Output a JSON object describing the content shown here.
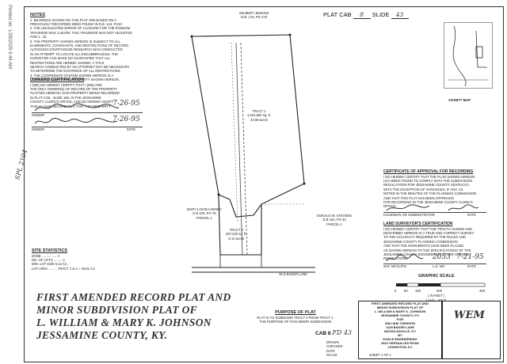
{
  "side_stamp": "Printed on: 1/28/2025 9:44 AM",
  "margin_note": "SPL 2104",
  "plat_cab": {
    "label": "PLAT CAB",
    "cab_value": "8",
    "slide_label": "SLIDE",
    "slide_value": "43"
  },
  "owner_top": {
    "name": "WILBERT JENKINS",
    "ref": "D.B. 175, PG 479"
  },
  "notes": {
    "heading": "NOTES",
    "lines": [
      "1. BEARINGS SHOWN ON THIS PLAT ARE BASED ON A",
      "PREVIOUSLY RECORDED DEED FOUND IN D.B. 144, P.210",
      "2. THE UNADJUSTED ERROR OF CLOSURE FOR THE RANDOM",
      "TRAVERSE WAS 1:40,000. THIS TRAVERSE WAS NOT ADJUSTED",
      "FOR 1 : 15",
      "3. THE PROPERTY SHOWN HEREON IS SUBJECT TO ALL",
      "EASEMENTS, COVENANTS, AND RESTRICTIONS OF RECORD.",
      "ALTHOUGH COURTHOUSE RESEARCH WAS CONDUCTED",
      "IN AN ATTEMPT TO LOCATE ALL ENCUMBRANCES, THE",
      "SURVEYOR CAN MAKE NO GUARANTEE THAT ALL",
      "RESTRICTIONS ARE HEREBY SHOWN. A TITLE",
      "SEARCH CONDUCTED BY AN ATTORNEY MAY BE NECESSARY",
      "TO DETERMINE THE EXISTENCE OF ALL RESTRICTIONS.",
      "4. THE COORDINATE SYSTEM SHOWN HEREON IS A",
      "LOCAL SYSTEM FOR THE PROPERTY SHOWN HEREON."
    ]
  },
  "owners_cert": {
    "heading": "OWNERS CERTIFICATION",
    "lines": [
      "I (WE) DO HEREBY CERTIFY THAT I (WE) ARE",
      "THE ONLY OWNER(S) OF RECORD OF THE PROPERTY",
      "PLATTED HEREON, SAID PROPERTY BEING RECORDED",
      "IN PLAT CAB., SLIDE 159, IN THE JESSAMINE",
      "COUNTY CLERK'S OFFICE, AND DO HEREBY ADOPT",
      "THIS AS OUR RECORD PLAT FOR THIS PROPERTY."
    ],
    "date1": "7-26-95",
    "date2": "7-26-95",
    "owner_label": "OWNER",
    "date_label": "DATE"
  },
  "tract1": {
    "name": "TRACT 1",
    "area": "1,041,550 sq. ft.",
    "acres": "23.88 acres"
  },
  "tract2": {
    "name": "TRACT 2",
    "area": "267,226 sq. ft.",
    "acres": "6.13 acres"
  },
  "neighbor_left": {
    "name": "MARY LOVISA HENRY",
    "ref": "D.B 103, PG 78",
    "parcel": "PARCEL 1"
  },
  "neighbor_right": {
    "name": "DONALD W. STEVENS",
    "ref": "D.B 104, PG 44",
    "parcel": "PARCEL 1"
  },
  "road_label": "OLD BAKER LANE",
  "site_stats": {
    "heading": "SITE STATISTICS",
    "lines": [
      "ZONE ................ A",
      "NO. OF LOTS ......... 2",
      "MIN. LOT SIZE 6.13 AC.",
      "LOT AREA ......... TRACT 1 & 2 = 43.81 AC."
    ]
  },
  "vicinity": {
    "label": "VICINITY MAP"
  },
  "approval": {
    "heading": "CERTIFICATE OF APPROVAL FOR RECORDING",
    "lines": [
      "I DO HEREBY CERTIFY THAT THE PLAN SHOWN HEREON",
      "HAS BEEN FOUND TO COMPLY WITH THE SUBDIVISION",
      "REGULATIONS FOR JESSAMINE COUNTY, KENTUCKY,",
      "WITH THE EXCEPTION OF VARIANCES, IF ANY, AS",
      "NOTED IN THE MINUTES OF THE PLANNING COMMISSION",
      "AND THAT THIS PLAT HAS BEEN APPROVED",
      "FOR RECORDING IN THE JESSAMINE COUNTY CLERK'S",
      "OFFICE."
    ],
    "sig_label": "CHAIRMAN OR ADMINISTRATOR",
    "date_label": "DATE"
  },
  "surveyor": {
    "heading": "LAND SURVEYOR'S CERTIFICATION",
    "lines": [
      "I DO HEREBY CERTIFY THAT THE TRACTS SHOWN AND",
      "DESCRIBED HEREON IS A TRUE AND CORRECT SURVEY",
      "TO THE ACCURACY REQUIRED BY THE RULES AND",
      "JESSAMINE COUNTY PLANNING COMMISSION",
      "AND THAT THE MONUMENTS HAVE BEEN PLACED",
      "AS SHOWN HEREON TO THE SPECIFICATIONS OF THE",
      "JESSAMINE COUNTY ENGINEER OR OTHER ALIGNED",
      "REGULATIONS."
    ],
    "lsn": "2053",
    "date": "7-21-95",
    "sig_label": "W.E. MCALPIN",
    "lsn_label": "L.S. NO.",
    "date_label": "DATE"
  },
  "graphic_scale": {
    "label": "GRAPHIC SCALE",
    "ticks": [
      "0",
      "50",
      "100",
      "200",
      "400"
    ],
    "units": [
      "( IN FEET )",
      "1 inch = 200 ft."
    ]
  },
  "title_block": {
    "lines": [
      "FIRST AMENDED RECORD PLAT AND",
      "MINOR SUBDIVISION PLAT OF",
      "L. WILLIAM & MARY K. JOHNSON",
      "JESSAMINE COUNTY, KY."
    ]
  },
  "purpose": {
    "heading": "PURPOSE OF PLAT",
    "lines": [
      "PLAT IS TO SUBDIVIDE TRACT 2 FROM TRACT 1.",
      "THE PURPOSE OF THIS MINOR SUBDIVISION"
    ]
  },
  "record_ref": {
    "label": "CAB 8",
    "value": "FD 43"
  },
  "small_title": {
    "lines": [
      "FIRST AMENDED RECORD PLAT AND",
      "MINOR SUBDIVISION PLAT OF",
      "L. WILLIAM & MARY K. JOHNSON",
      "JESSAMINE COUNTY, KY.",
      "FOR",
      "WILLIAM JOHNSON",
      "1128 BAKER LANE",
      "NICHOLASVILLE, KY",
      "BY",
      "EAGLE ENGINEERING",
      "2624 VERSAILLES ROAD",
      "LEXINGTON, KY"
    ]
  },
  "initials": "WEM",
  "misc": {
    "drawn": "DRAWN",
    "checked": "CHECKED",
    "date": "DATE",
    "scale": "SCALE",
    "sheet": "SHEET 1 OF 1"
  }
}
